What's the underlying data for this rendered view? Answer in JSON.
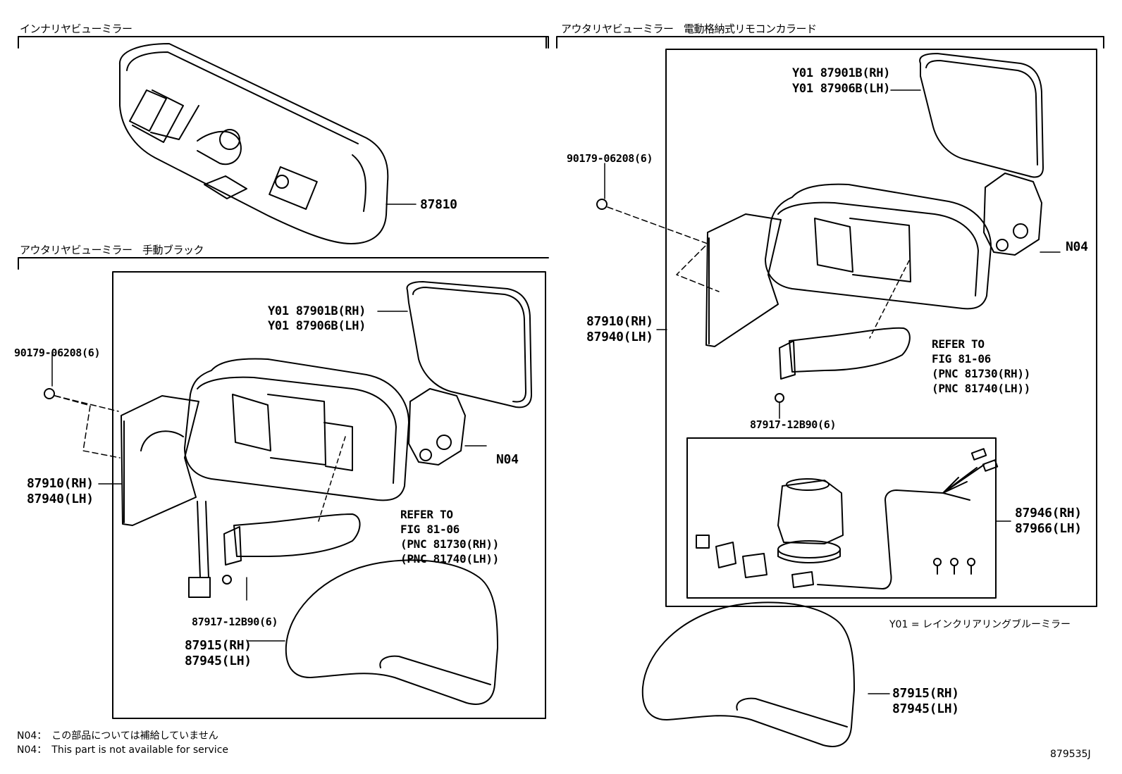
{
  "sections": {
    "inner_mirror_title": "インナリヤビューミラー",
    "outer_manual_title": "アウタリヤビューミラー　手動ブラック",
    "outer_power_title": "アウタリヤビューミラー　電動格納式リモコンカラード"
  },
  "inner_mirror": {
    "part": "87810"
  },
  "manual_mirror": {
    "glass": [
      "Y01 87901B(RH)",
      "Y01 87906B(LH)"
    ],
    "screw": "90179-06208(6)",
    "body": [
      "87910(RH)",
      "87940(LH)"
    ],
    "n04": "N04",
    "refer": [
      "REFER TO",
      "FIG 81-06",
      "(PNC 81730(RH))",
      "(PNC 81740(LH))"
    ],
    "small_screw": "87917-12B90(6)",
    "cover": [
      "87915(RH)",
      "87945(LH)"
    ]
  },
  "power_mirror": {
    "glass": [
      "Y01 87901B(RH)",
      "Y01 87906B(LH)"
    ],
    "screw": "90179-06208(6)",
    "body": [
      "87910(RH)",
      "87940(LH)"
    ],
    "n04": "N04",
    "refer": [
      "REFER TO",
      "FIG 81-06",
      "(PNC 81730(RH))",
      "(PNC 81740(LH))"
    ],
    "small_screw": "87917-12B90(6)",
    "motor": [
      "87946(RH)",
      "87966(LH)"
    ],
    "cover": [
      "87915(RH)",
      "87945(LH)"
    ]
  },
  "legend": {
    "y01": "Y01 = レインクリアリングブルーミラー"
  },
  "notes": {
    "n04_jp": "N04：　この部品については補給していません",
    "n04_en": "N04：　This part is not available for service"
  },
  "figure_id": "879535J"
}
